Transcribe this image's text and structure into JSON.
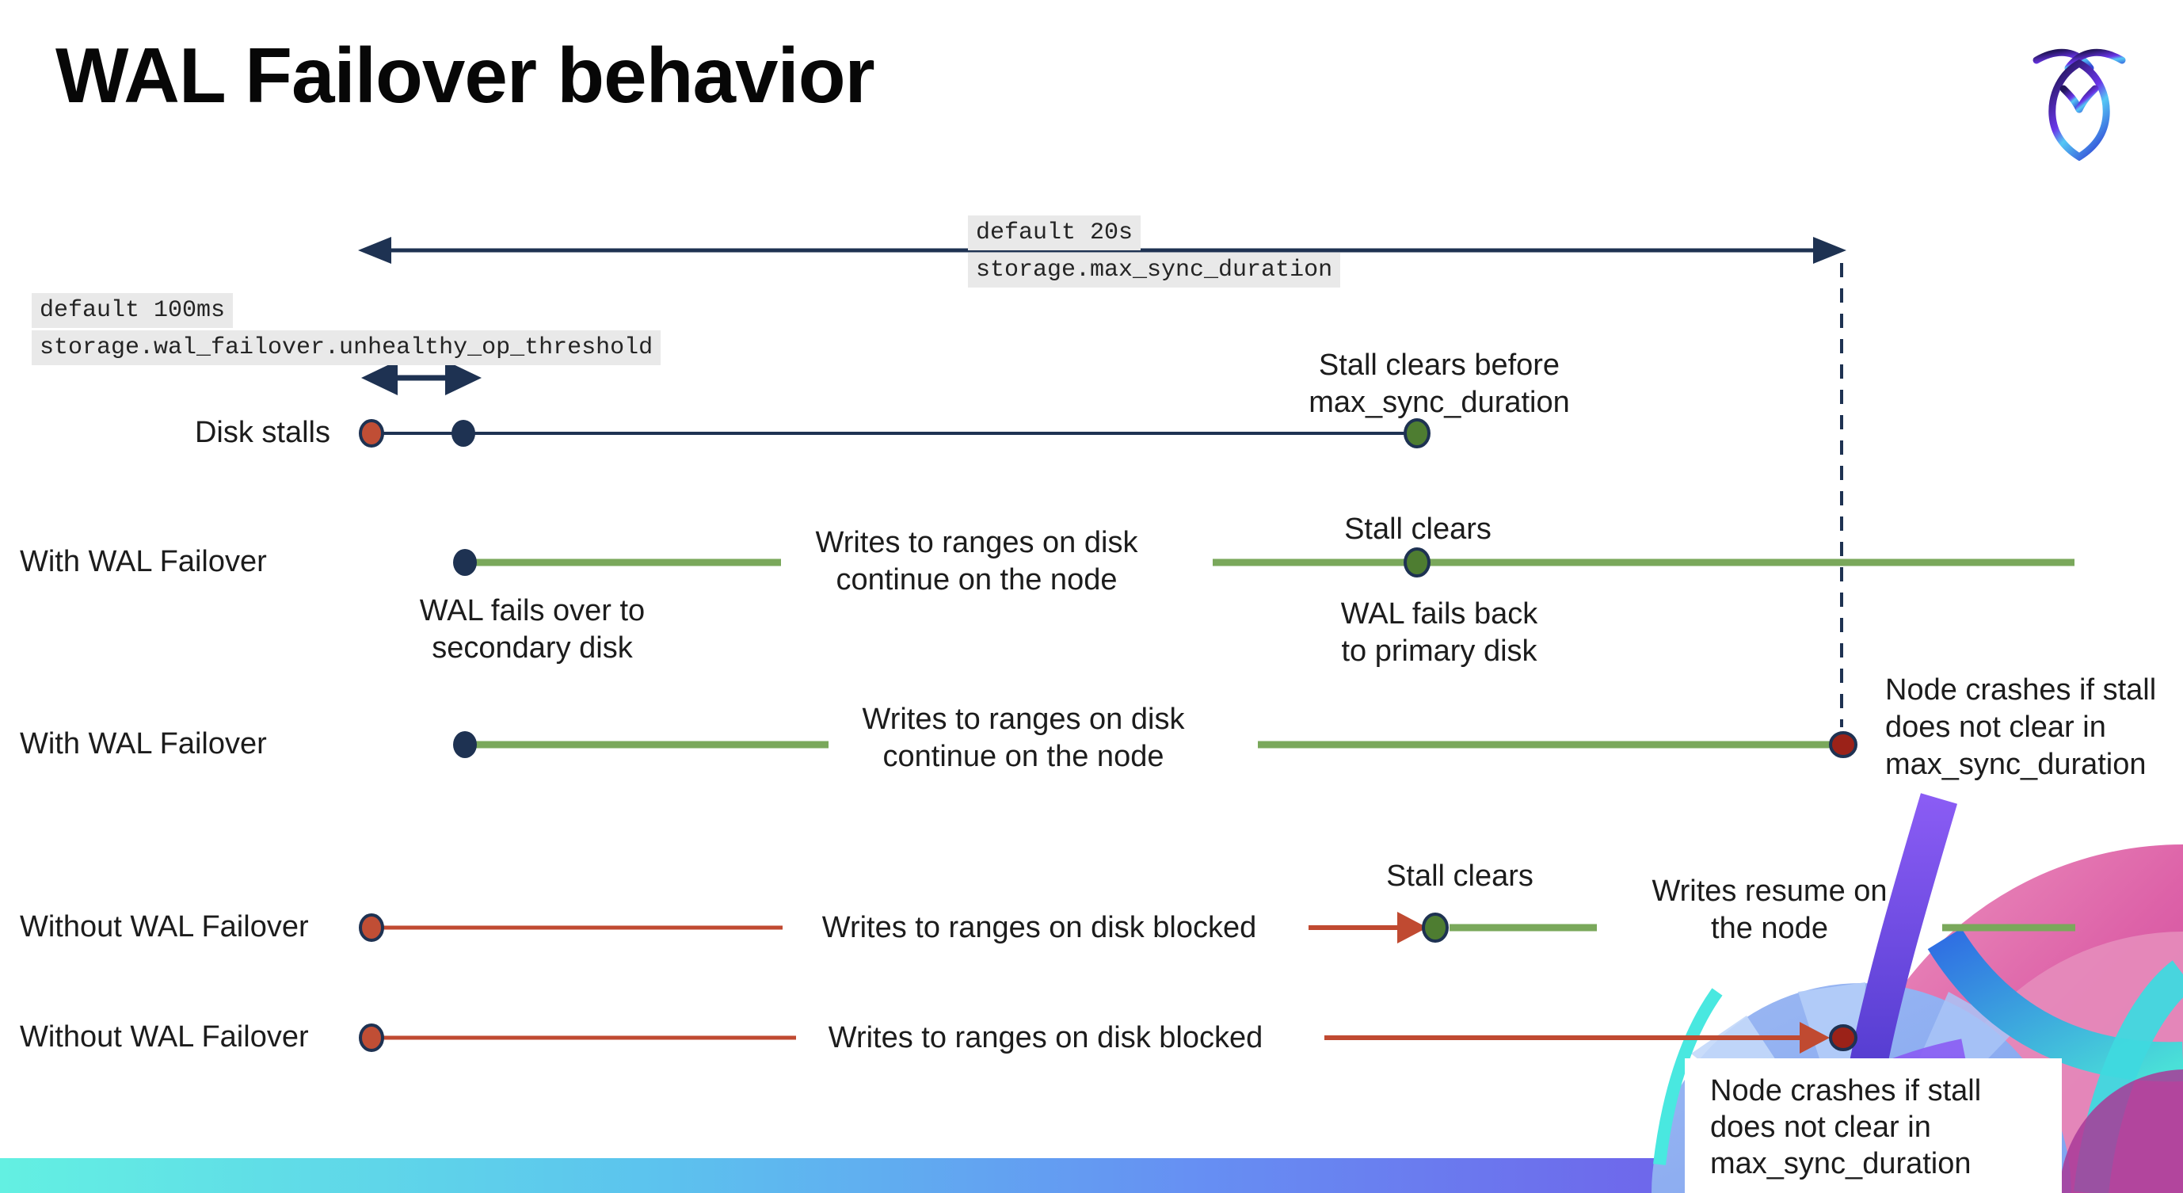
{
  "page": {
    "title": "WAL Failover behavior"
  },
  "logo": {
    "name": "cockroach-labs-logo"
  },
  "settings": {
    "max_sync": {
      "line1": "default 20s",
      "line2": "storage.max_sync_duration"
    },
    "threshold": {
      "line1": "default 100ms",
      "line2": "storage.wal_failover.unhealthy_op_threshold"
    }
  },
  "rows": [
    {
      "label": "Disk stalls",
      "clear_note": "Stall clears before\nmax_sync_duration"
    },
    {
      "label": "With WAL Failover",
      "failover_note": "WAL fails over to\nsecondary disk",
      "writes_note": "Writes to ranges on disk\ncontinue on the node",
      "stall_note": "Stall clears",
      "failback_note": "WAL fails  back\nto primary disk"
    },
    {
      "label": "With WAL Failover",
      "writes_note": "Writes to ranges on disk\ncontinue on the node",
      "crash_note": "Node crashes if stall\ndoes not clear in\nmax_sync_duration"
    },
    {
      "label": "Without WAL Failover",
      "writes_note": "Writes to ranges on disk  blocked",
      "stall_note": "Stall clears",
      "resume_note": "Writes resume on\nthe node"
    },
    {
      "label": "Without WAL Failover",
      "writes_note": "Writes to ranges on disk  blocked",
      "crash_note": "Node crashes if stall\ndoes not clear in\nmax_sync_duration"
    }
  ],
  "colors": {
    "navy": "#1e3252",
    "green_line": "#7aa85b",
    "green_dot": "#4e7d31",
    "red_line": "#c04a31",
    "red_dot": "#c04e35",
    "crash_red": "#9b2218",
    "code_bg": "#e9e9e9",
    "bar_gradient": [
      "#63f0e2",
      "#5cc3ee",
      "#668ff3",
      "#6f63ea",
      "#7e3bec"
    ],
    "logo_gradient": [
      "#23155c",
      "#6a35e8",
      "#55c8f5",
      "#3348d6"
    ]
  }
}
